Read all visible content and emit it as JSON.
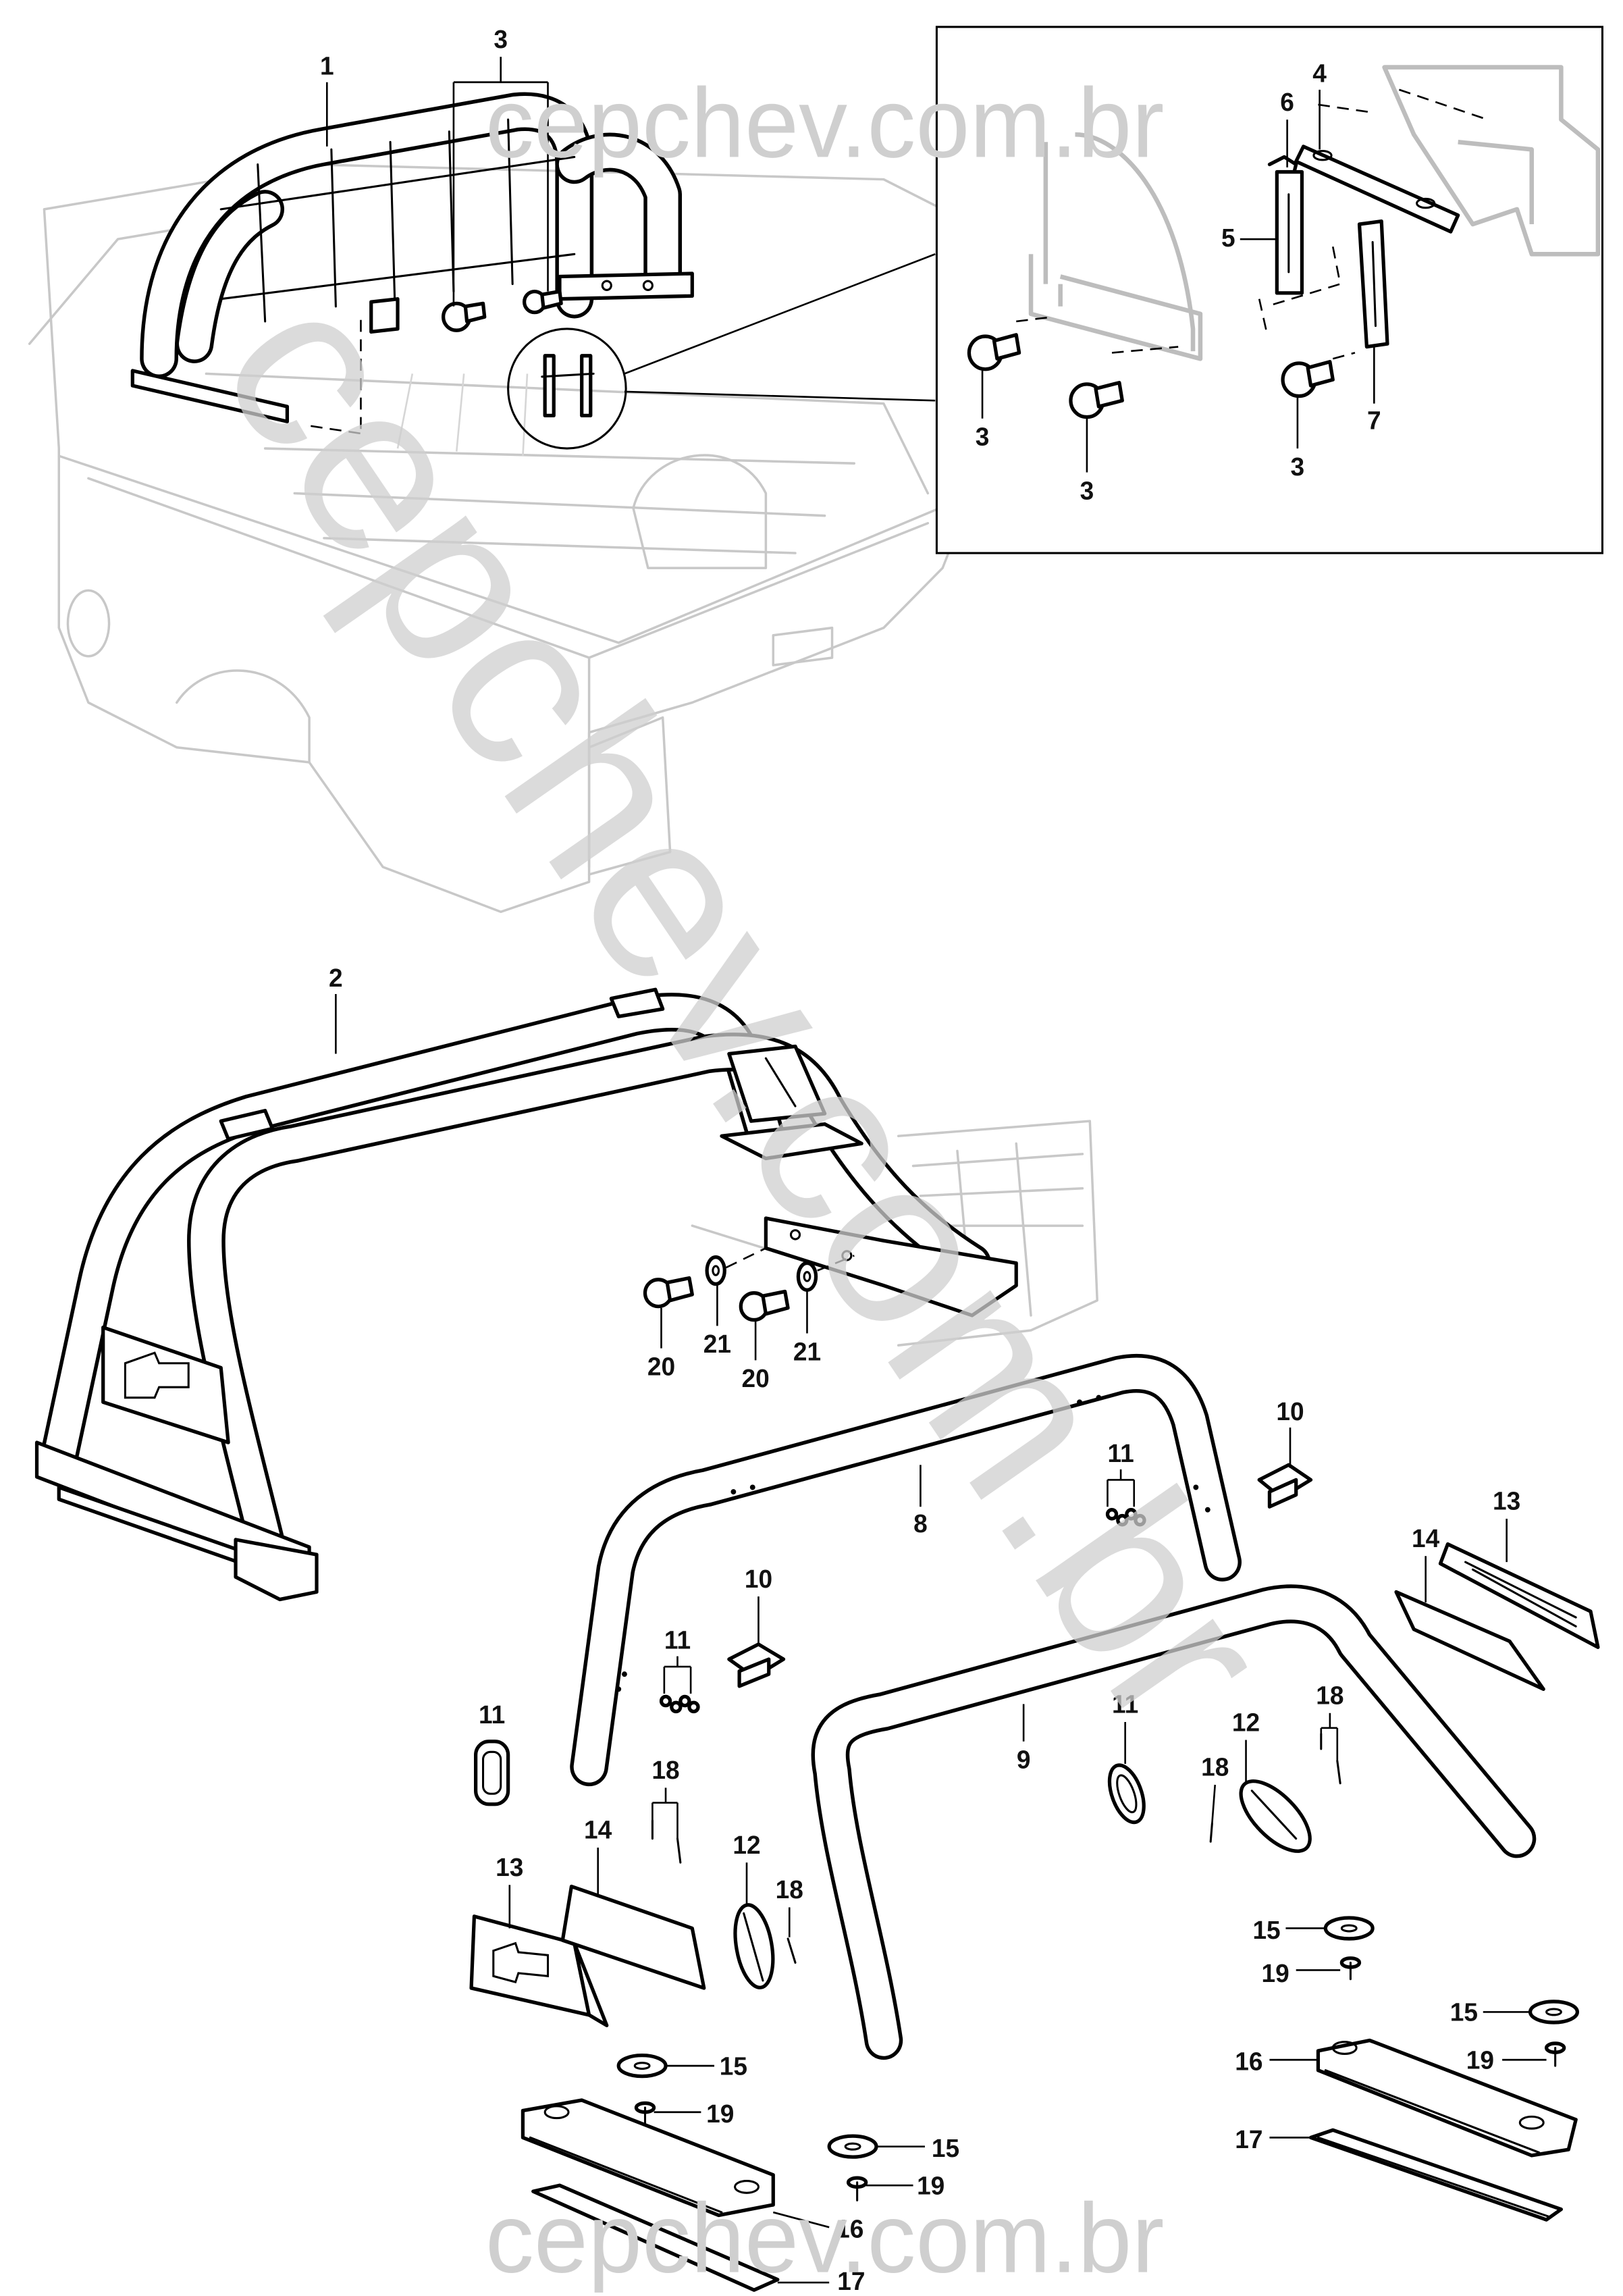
{
  "watermark": {
    "text": "cepchev.com.br"
  },
  "callouts": {
    "n1": "1",
    "n2": "2",
    "n3": "3",
    "n4": "4",
    "n5": "5",
    "n6": "6",
    "n7": "7",
    "n8": "8",
    "n9": "9",
    "n10": "10",
    "n11": "11",
    "n12": "12",
    "n13": "13",
    "n14": "14",
    "n15": "15",
    "n16": "16",
    "n17": "17",
    "n18": "18",
    "n19": "19",
    "n20": "20",
    "n21": "21"
  },
  "colors": {
    "line": "#000000",
    "ghost": "#c8c8c8",
    "watermark": "#cfcfcf",
    "background": "#ffffff"
  }
}
